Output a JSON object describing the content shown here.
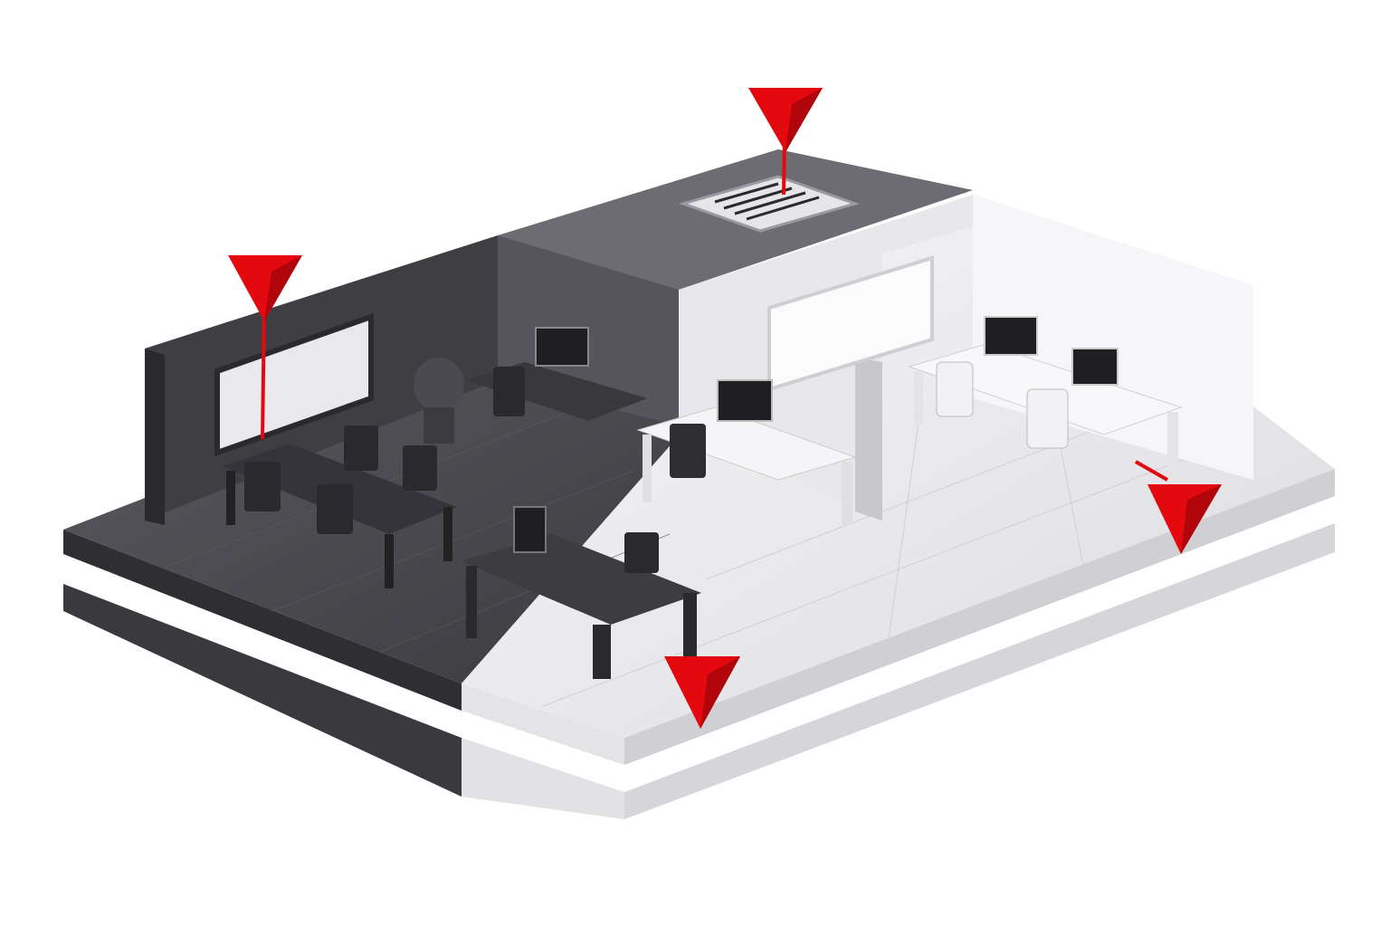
{
  "scene": {
    "type": "isometric-office-floor",
    "colors": {
      "background": "#ffffff",
      "dark_floor": "#4a4a4f",
      "dark_wall": "#3c3c41",
      "mid_wall": "#6e6e74",
      "light_floor": "#ececef",
      "light_wall": "#f4f4f6",
      "marker": "#e3090f",
      "furniture_dark": "#2f2f33",
      "furniture_light": "#f7f7f8"
    },
    "markers": [
      {
        "id": "marker-left-window",
        "icon": "red-triangle-pin"
      },
      {
        "id": "marker-ceiling-vent",
        "icon": "red-triangle-pin"
      },
      {
        "id": "marker-right-corner",
        "icon": "red-triangle-pin"
      },
      {
        "id": "marker-front-corner",
        "icon": "red-triangle-pin"
      }
    ]
  }
}
